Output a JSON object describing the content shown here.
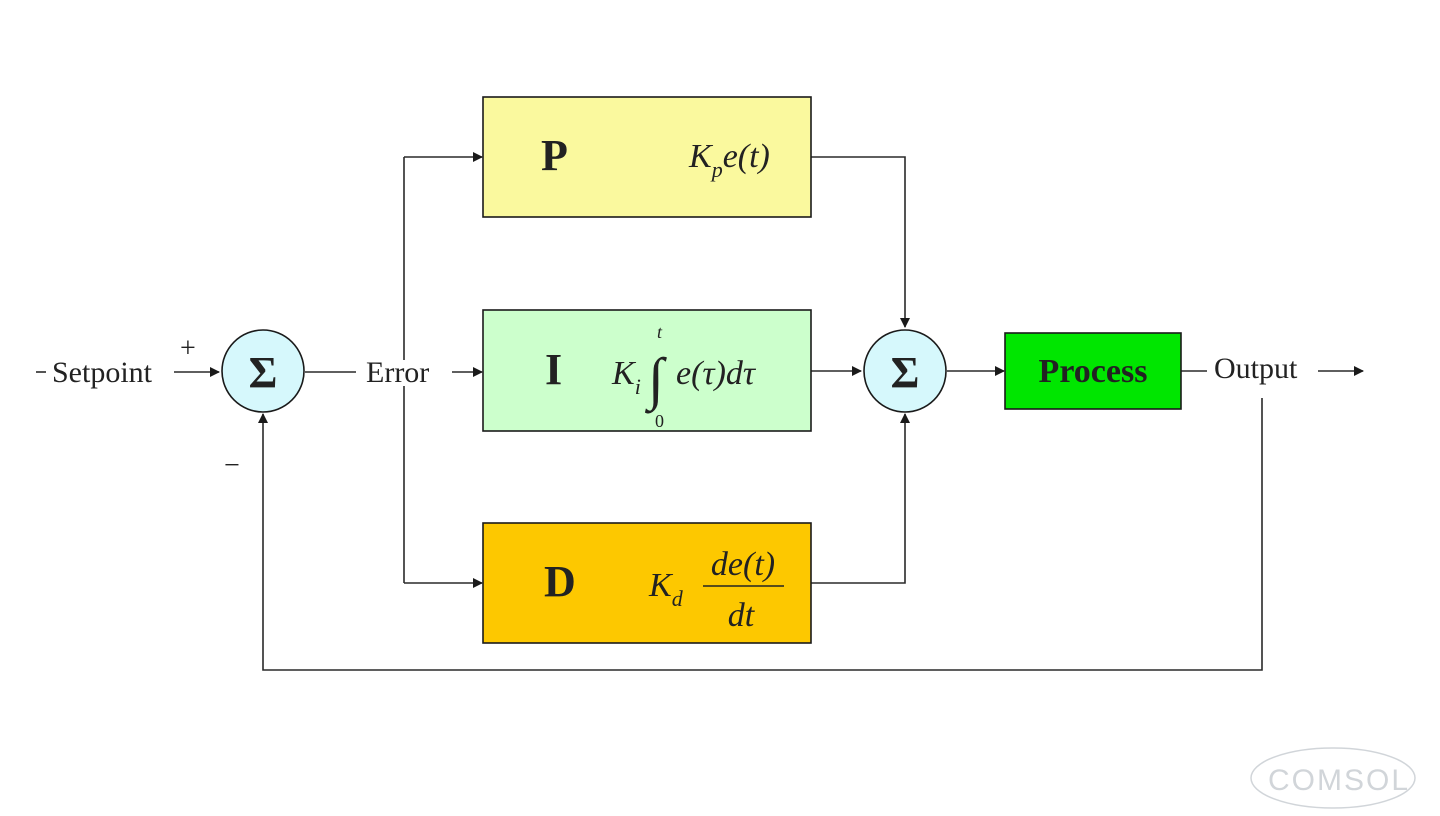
{
  "signals": {
    "setpoint": "Setpoint",
    "error": "Error",
    "output": "Output",
    "plus": "+",
    "minus": "−"
  },
  "summing_symbol": "Σ",
  "blocks": {
    "p": {
      "letter": "P",
      "formula": {
        "K": "K",
        "sub": "p",
        "rest": "e(t)"
      },
      "color": "#faf99e"
    },
    "i": {
      "letter": "I",
      "formula": {
        "K": "K",
        "sub": "i",
        "integrand": "e(τ)dτ",
        "upper": "t",
        "lower": "0"
      },
      "color": "#ccffcc"
    },
    "d": {
      "letter": "D",
      "formula": {
        "K": "K",
        "sub": "d",
        "num": "de(t)",
        "den": "dt"
      },
      "color": "#fdc800"
    },
    "process": {
      "label": "Process",
      "color": "#00e600"
    }
  },
  "colors": {
    "summing": "#d6f8fc"
  },
  "watermark": "COMSOL"
}
